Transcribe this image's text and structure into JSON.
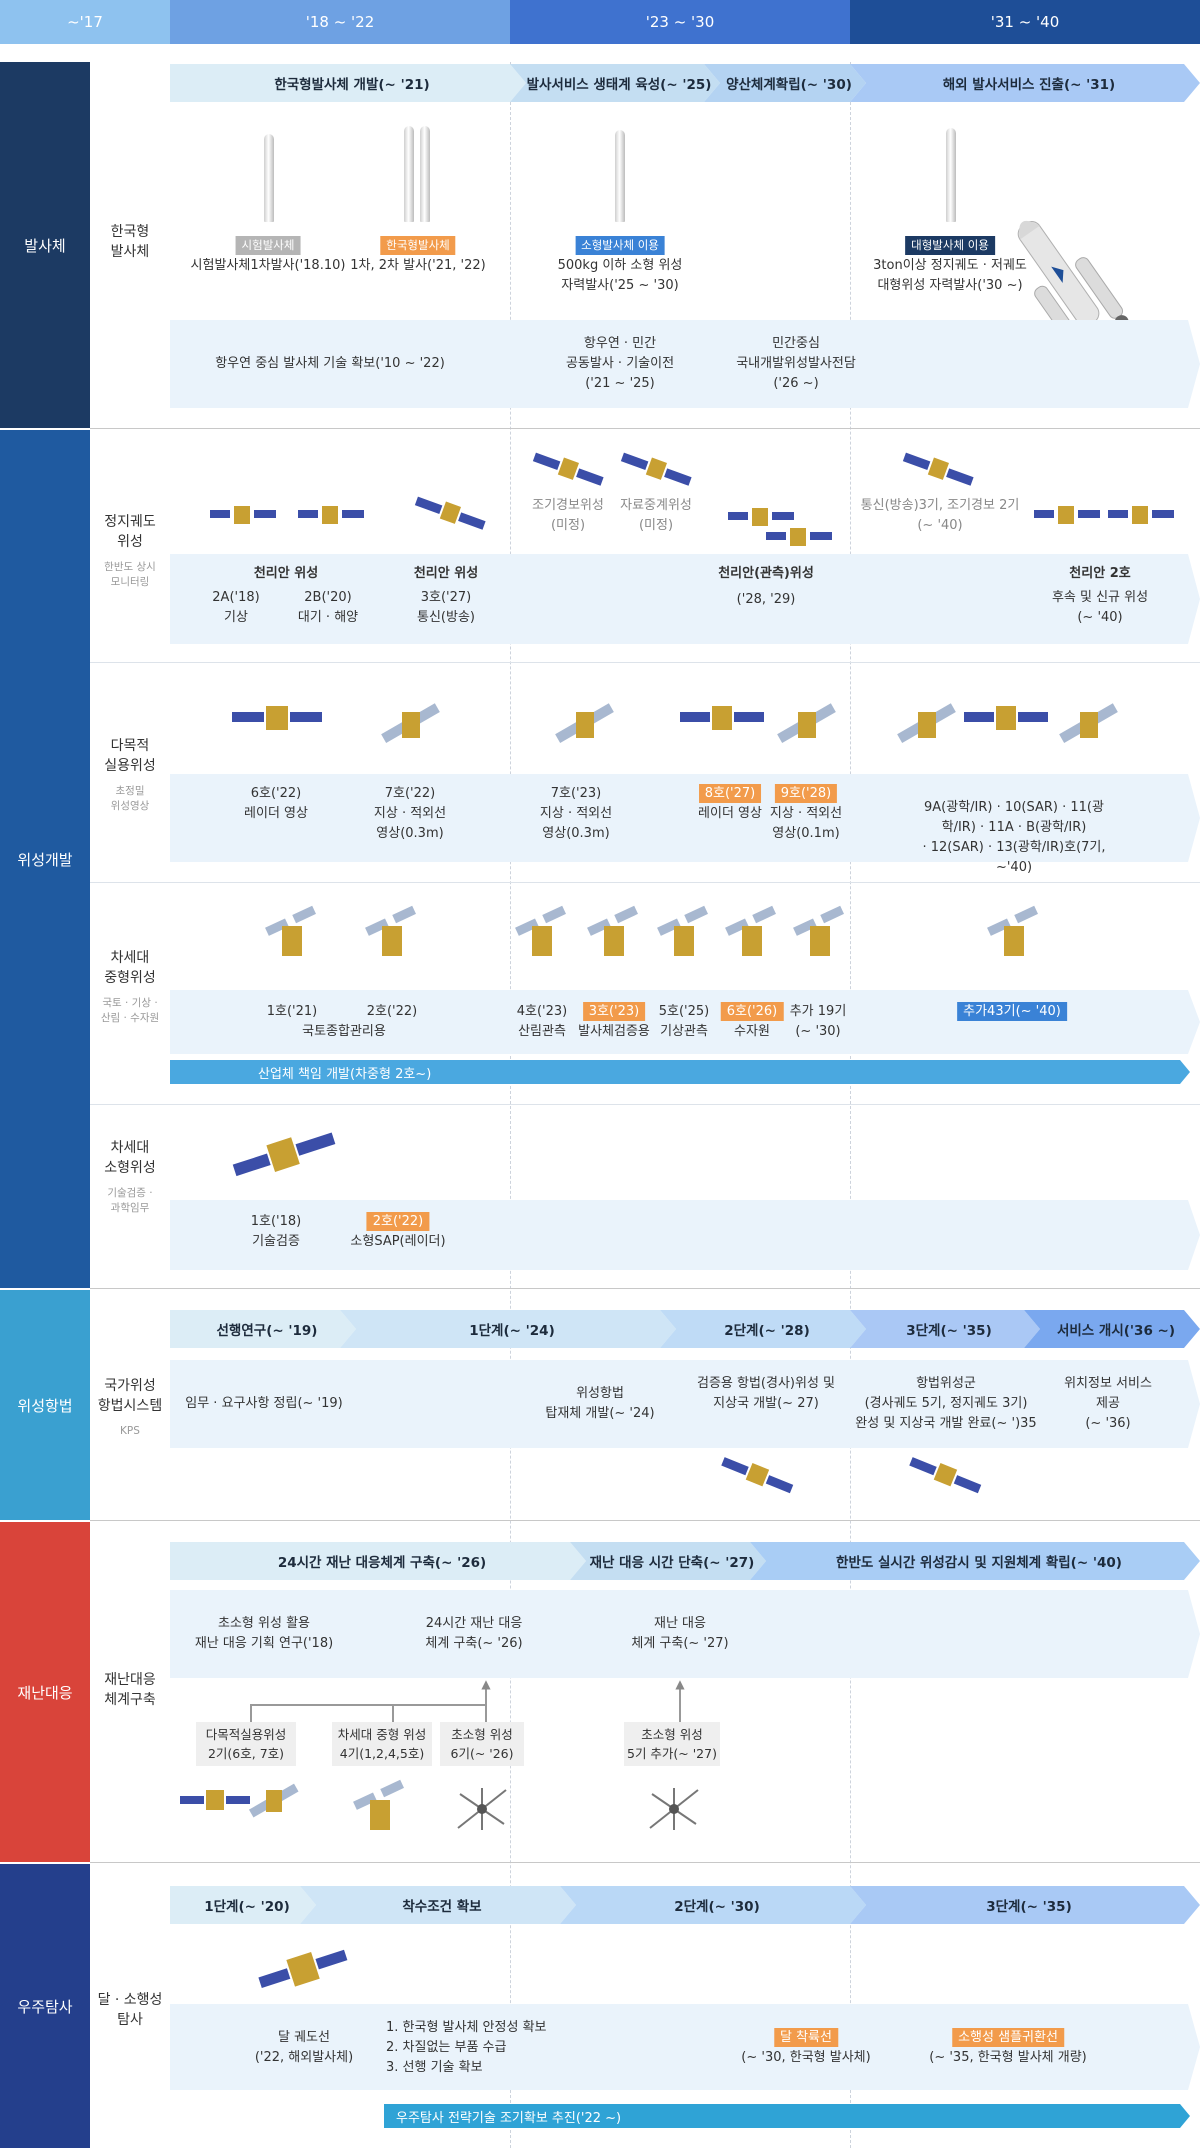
{
  "periods": [
    "~'17",
    "'18 ~ '22",
    "'23 ~ '30",
    "'31 ~ '40"
  ],
  "sections": {
    "launch": "발사체",
    "satellite": "위성개발",
    "navigation": "위성항법",
    "disaster": "재난대응",
    "exploration": "우주탐사"
  },
  "launch": {
    "label": "한국형\n발사체",
    "arrows": [
      "한국형발사체 개발(~ '21)",
      "발사서비스 생태계 육성(~ '25)",
      "양산체계확립(~ '30)",
      "해외 발사서비스 진출(~ '31)"
    ],
    "tag1": "시험발사체",
    "text1": "시험발사체1차발사('18.10)",
    "tag2": "한국형발사체",
    "text2": "1차, 2차 발사('21, '22)",
    "tag3": "소형발사체 이용",
    "text3": "500kg 이하 소형 위성\n자력발사('25 ~ '30)",
    "tag4": "대형발사체 이용",
    "text4": "3ton이상 정지궤도 · 저궤도\n대형위성 자력발사('30 ~)",
    "band1": "항우연 중심 발사체 기술 확보('10 ~ '22)",
    "band2": "항우연 · 민간\n공동발사 · 기술이전\n('21 ~ '25)",
    "band3": "민간중심\n국내개발위성발사전담\n('26 ~)"
  },
  "geo": {
    "label": "정지궤도\n위성",
    "note": "한반도 상시\n모니터링",
    "early": "조기경보위성\n(미정)",
    "relay": "자료중계위성\n(미정)",
    "future": "통신(방송)3기, 조기경보 2기\n(~ '40)",
    "c1_title": "천리안 위성",
    "c1a": "2A('18)\n기상",
    "c1b": "2B('20)\n대기 · 해양",
    "c2_title": "천리안 위성",
    "c2": "3호('27)\n통신(방송)",
    "c3_title": "천리안(관측)위성",
    "c3": "('28, '29)",
    "c4_title": "천리안 2호",
    "c4": "후속 및 신규 위성\n(~ '40)"
  },
  "multi": {
    "label": "다목적\n실용위성",
    "note": "초정밀\n위성영상",
    "s6": "6호('22)",
    "s6d": "레이더 영상",
    "s7": "7호('22)",
    "s7d": "지상 · 적외선\n영상(0.3m)",
    "s7b": "7호('23)",
    "s7bd": "지상 · 적외선\n영상(0.3m)",
    "s8": "8호('27)",
    "s8d": "레이더 영상",
    "s9": "9호('28)",
    "s9d": "지상 · 적외선\n영상(0.1m)",
    "future": "9A(광학/IR) · 10(SAR) · 11(광학/IR) · 11A · B(광학/IR)\n· 12(SAR) · 13(광학/IR)호(7기, ~'40)"
  },
  "mid": {
    "label": "차세대\n중형위성",
    "note": "국토 · 기상 ·\n산림 · 수자원",
    "n1": "1호('21)",
    "n2": "2호('22)",
    "n12d": "국토종합관리용",
    "n4": "4호('23)",
    "n4d": "산림관측",
    "n3": "3호('23)",
    "n3d": "발사체검증용",
    "n5": "5호('25)",
    "n5d": "기상관측",
    "n6": "6호('26)",
    "n6d": "수자원",
    "n19": "추가 19기",
    "n19d": "(~ '30)",
    "n43": "추가43기(~ '40)",
    "bar": "산업체 책임 개발(차중형 2호~)"
  },
  "small": {
    "label": "차세대\n소형위성",
    "note": "기술검증 ·\n과학임무",
    "s1": "1호('18)",
    "s1d": "기술검증",
    "s2": "2호('22)",
    "s2d": "소형SAP(레이더)"
  },
  "nav": {
    "label": "국가위성\n항법시스템",
    "note": "KPS",
    "arrows": [
      "선행연구(~ '19)",
      "1단계(~ '24)",
      "2단계(~ '28)",
      "3단계(~ '35)",
      "서비스 개시('36 ~)"
    ],
    "t1": "임무 · 요구사항 정립(~ '19)",
    "t2": "위성항법\n탑재체 개발(~ '24)",
    "t3": "검증용 항법(경사)위성 및\n지상국 개발(~ 27)",
    "t4": "항법위성군\n(경사궤도 5기, 정지궤도 3기)\n완성 및 지상국 개발 완료(~ ')35",
    "t5": "위치정보 서비스 제공\n(~ '36)"
  },
  "disaster": {
    "label": "재난대응\n체계구축",
    "arrows": [
      "24시간 재난 대응체계 구축(~ '26)",
      "재난 대응 시간 단축(~ '27)",
      "한반도 실시간 위성감시 및 지원체계 확립(~ '40)"
    ],
    "t1": "초소형 위성 활용\n재난 대응 기획 연구('18)",
    "t2": "24시간 재난 대응\n체계 구축(~ '26)",
    "t3": "재난 대응\n체계 구축(~ '27)",
    "b1": "다목적실용위성\n2기(6호, 7호)",
    "b2": "차세대 중형 위성\n4기(1,2,4,5호)",
    "b3": "초소형 위성\n6기(~ '26)",
    "b4": "초소형 위성\n5기 추가(~ '27)"
  },
  "explore": {
    "label": "달 · 소행성\n탐사",
    "arrows": [
      "1단계(~ '20)",
      "착수조건 확보",
      "2단계(~ '30)",
      "3단계(~ '35)"
    ],
    "t1": "달 궤도선\n('22, 해외발사체)",
    "list": [
      "1.  한국형 발사체 안정성 확보",
      "2.  차질없는 부품 수급",
      "3.  선행 기술 확보"
    ],
    "tag2": "달 착륙선",
    "t2": "(~ '30, 한국형 발사체)",
    "tag3": "소행성 샘플귀환선",
    "t3": "(~ '35, 한국형 발사체 개량)",
    "bar": "우주탐사 전략기술 조기확보 추진('22 ~)"
  }
}
